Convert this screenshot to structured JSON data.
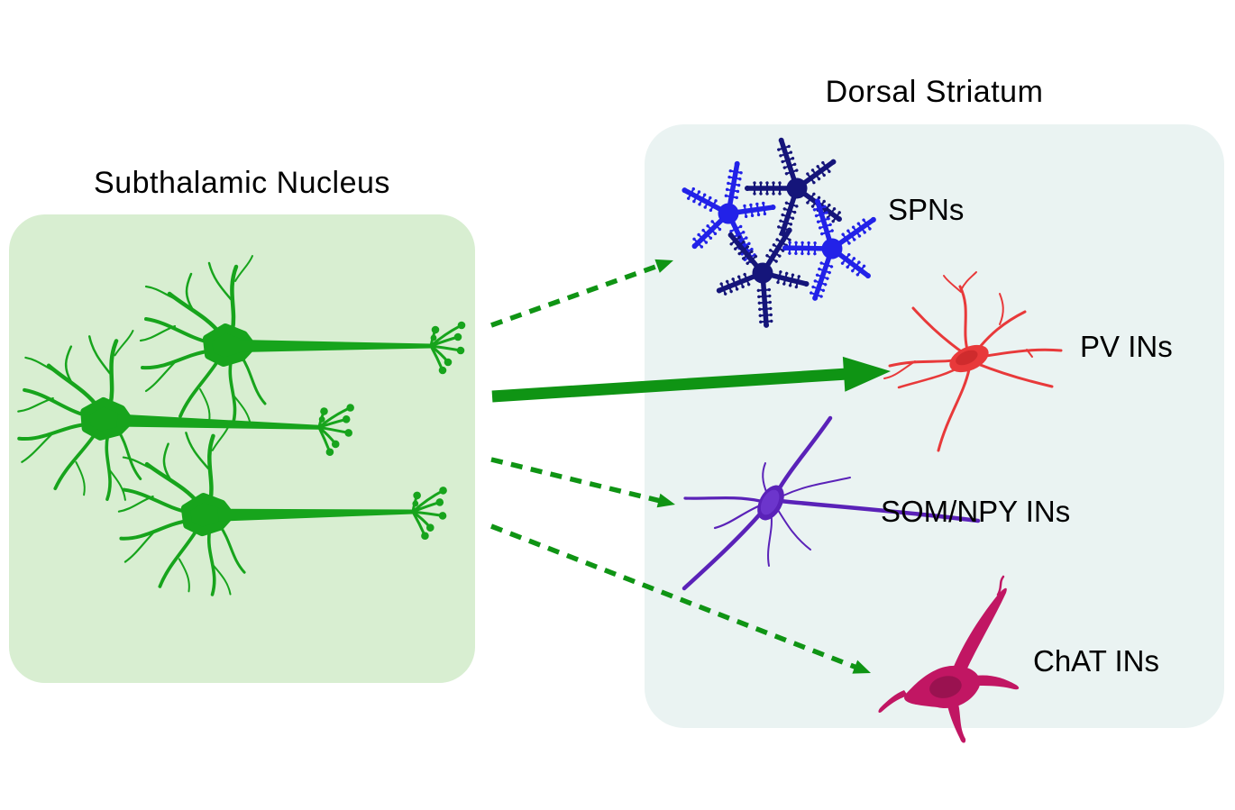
{
  "figure": {
    "description": "Projections from the Subthalamic Nucleus to cell types of the Dorsal Striatum"
  },
  "source_region": {
    "title": "Subthalamic Nucleus",
    "box_color": "#d8eed1",
    "neuron_color": "#17a41c",
    "neuron_count": 3
  },
  "target_region": {
    "title": "Dorsal Striatum",
    "box_color": "#eaf3f2",
    "cell_types": [
      {
        "label": "SPNs",
        "colors": [
          "#2222e8",
          "#15157a"
        ],
        "count": 4,
        "shape": "spiny-star"
      },
      {
        "label": "PV INs",
        "color": "#e8393a",
        "nucleus_color": "#cf2b2d",
        "count": 1
      },
      {
        "label": "SOM/NPY INs",
        "color": "#5a22b8",
        "soma_color": "#6c35cc",
        "count": 1
      },
      {
        "label": "ChAT INs",
        "color": "#c11663",
        "nucleus_color": "#9a1250",
        "count": 1
      }
    ]
  },
  "projections": [
    {
      "target": "SPNs",
      "style": "dashed",
      "color": "#0f9414"
    },
    {
      "target": "PV INs",
      "style": "solid",
      "color": "#0f9414"
    },
    {
      "target": "SOM/NPY INs",
      "style": "dashed",
      "color": "#0f9414"
    },
    {
      "target": "ChAT INs",
      "style": "dashed",
      "color": "#0f9414"
    }
  ]
}
